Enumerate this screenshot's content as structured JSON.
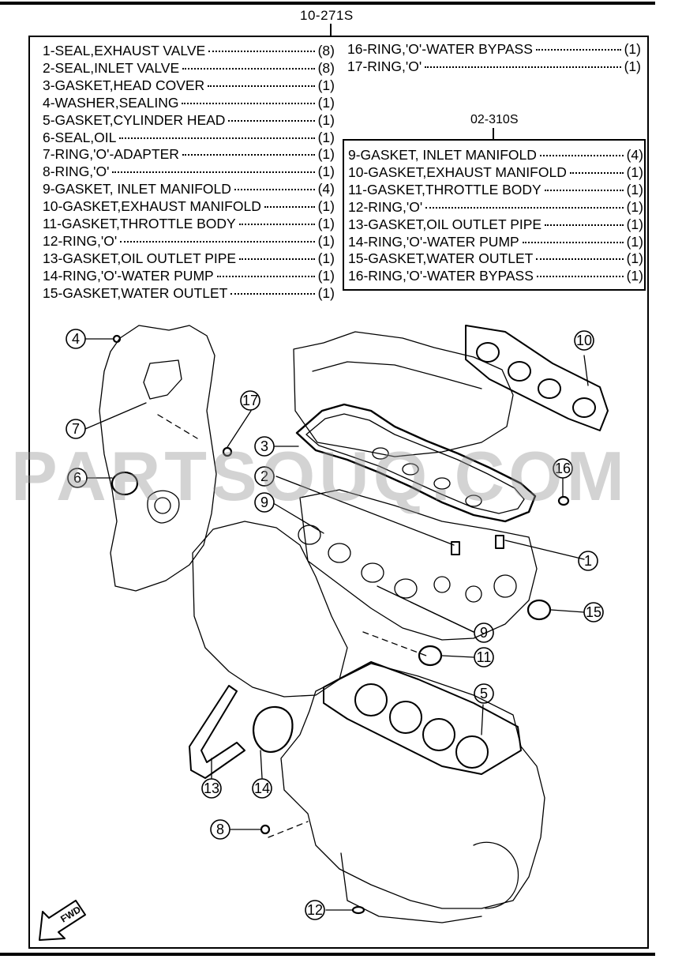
{
  "kit": {
    "code": "10-271S",
    "items": [
      {
        "label": "1-SEAL,EXHAUST VALVE",
        "qty": "(8)"
      },
      {
        "label": "2-SEAL,INLET VALVE",
        "qty": "(8)"
      },
      {
        "label": "3-GASKET,HEAD COVER",
        "qty": "(1)"
      },
      {
        "label": "4-WASHER,SEALING",
        "qty": "(1)"
      },
      {
        "label": "5-GASKET,CYLINDER HEAD",
        "qty": "(1)"
      },
      {
        "label": "6-SEAL,OIL",
        "qty": "(1)"
      },
      {
        "label": "7-RING,'O'-ADAPTER",
        "qty": "(1)"
      },
      {
        "label": "8-RING,'O'",
        "qty": "(1)"
      },
      {
        "label": "9-GASKET, INLET MANIFOLD",
        "qty": "(4)"
      },
      {
        "label": "10-GASKET,EXHAUST MANIFOLD",
        "qty": "(1)"
      },
      {
        "label": "11-GASKET,THROTTLE BODY",
        "qty": "(1)"
      },
      {
        "label": "12-RING,'O'",
        "qty": "(1)"
      },
      {
        "label": "13-GASKET,OIL OUTLET PIPE",
        "qty": "(1)"
      },
      {
        "label": "14-RING,'O'-WATER PUMP",
        "qty": "(1)"
      },
      {
        "label": "15-GASKET,WATER OUTLET",
        "qty": "(1)"
      }
    ],
    "items_right": [
      {
        "label": "16-RING,'O'-WATER BYPASS",
        "qty": "(1)"
      },
      {
        "label": "17-RING,'O'",
        "qty": "(1)"
      }
    ]
  },
  "subkit": {
    "code": "02-310S",
    "items": [
      {
        "label": "9-GASKET, INLET MANIFOLD",
        "qty": "(4)"
      },
      {
        "label": "10-GASKET,EXHAUST MANIFOLD",
        "qty": "(1)"
      },
      {
        "label": "11-GASKET,THROTTLE BODY",
        "qty": "(1)"
      },
      {
        "label": "12-RING,'O'",
        "qty": "(1)"
      },
      {
        "label": "13-GASKET,OIL OUTLET PIPE",
        "qty": "(1)"
      },
      {
        "label": "14-RING,'O'-WATER PUMP",
        "qty": "(1)"
      },
      {
        "label": "15-GASKET,WATER OUTLET",
        "qty": "(1)"
      },
      {
        "label": "16-RING,'O'-WATER BYPASS",
        "qty": "(1)"
      }
    ]
  },
  "callouts": [
    "1",
    "2",
    "3",
    "4",
    "5",
    "6",
    "7",
    "8",
    "9",
    "9",
    "10",
    "11",
    "12",
    "13",
    "14",
    "15",
    "16",
    "17"
  ],
  "direction_label": "FWD",
  "watermark": "PARTSOUQ.COM"
}
